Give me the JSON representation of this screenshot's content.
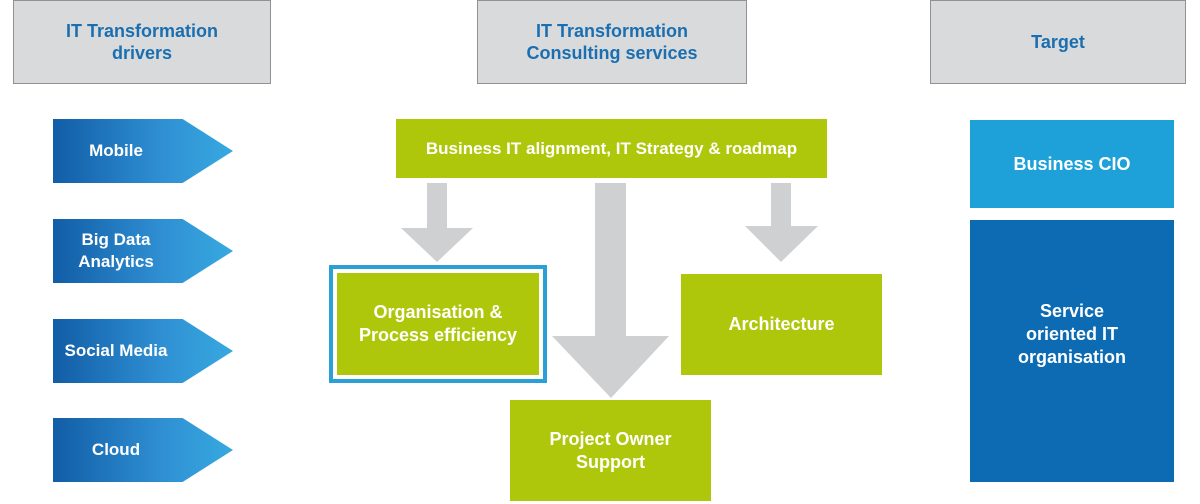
{
  "headers": {
    "drivers": "IT Transformation\ndrivers",
    "consulting": "IT Transformation\nConsulting services",
    "target": "Target"
  },
  "drivers": [
    {
      "label": "Mobile"
    },
    {
      "label": "Big Data\nAnalytics"
    },
    {
      "label": "Social Media"
    },
    {
      "label": "Cloud"
    }
  ],
  "consulting": {
    "top": "Business IT alignment, IT Strategy & roadmap",
    "org": "Organisation &\nProcess efficiency",
    "architecture": "Architecture",
    "project": "Project Owner\nSupport"
  },
  "target": {
    "business_cio": "Business CIO",
    "service_org": "Service\noriented IT\norganisation"
  },
  "colors": {
    "header_bg": "#d9dadc",
    "header_text": "#1b6fb0",
    "green": "#afc70b",
    "light_blue": "#1ea0d9",
    "dark_blue": "#0c6bb3",
    "arrow_grey": "#cfd0d2",
    "highlight_border": "#2a9fd8"
  }
}
